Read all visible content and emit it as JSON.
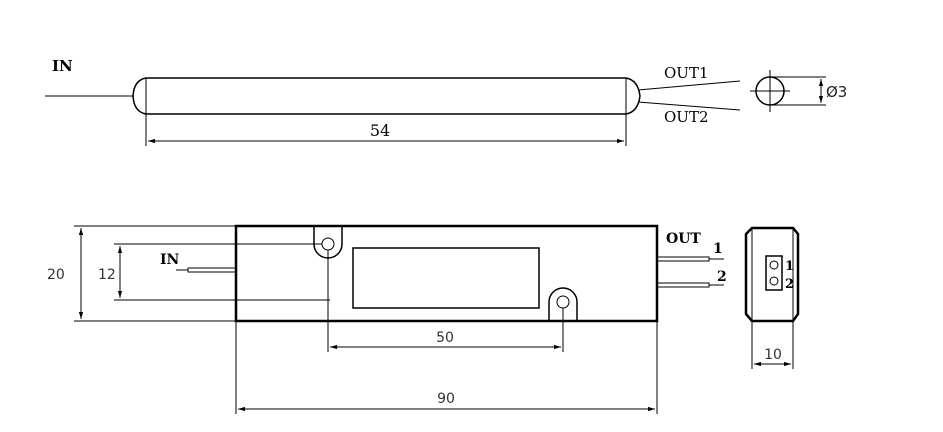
{
  "tube_view": {
    "in_label": "IN",
    "out1_label": "OUT1",
    "out2_label": "OUT2",
    "length_dim": "54",
    "diameter_dim": "Ø3"
  },
  "box_view": {
    "in_label": "IN",
    "out_label": "OUT",
    "port1_label": "1",
    "port2_label": "2",
    "height_dim": "20",
    "inner_height_dim": "12",
    "hole_spacing_dim": "50",
    "length_dim": "90"
  },
  "side_view": {
    "port1_label": "1",
    "port2_label": "2",
    "width_dim": "10"
  }
}
